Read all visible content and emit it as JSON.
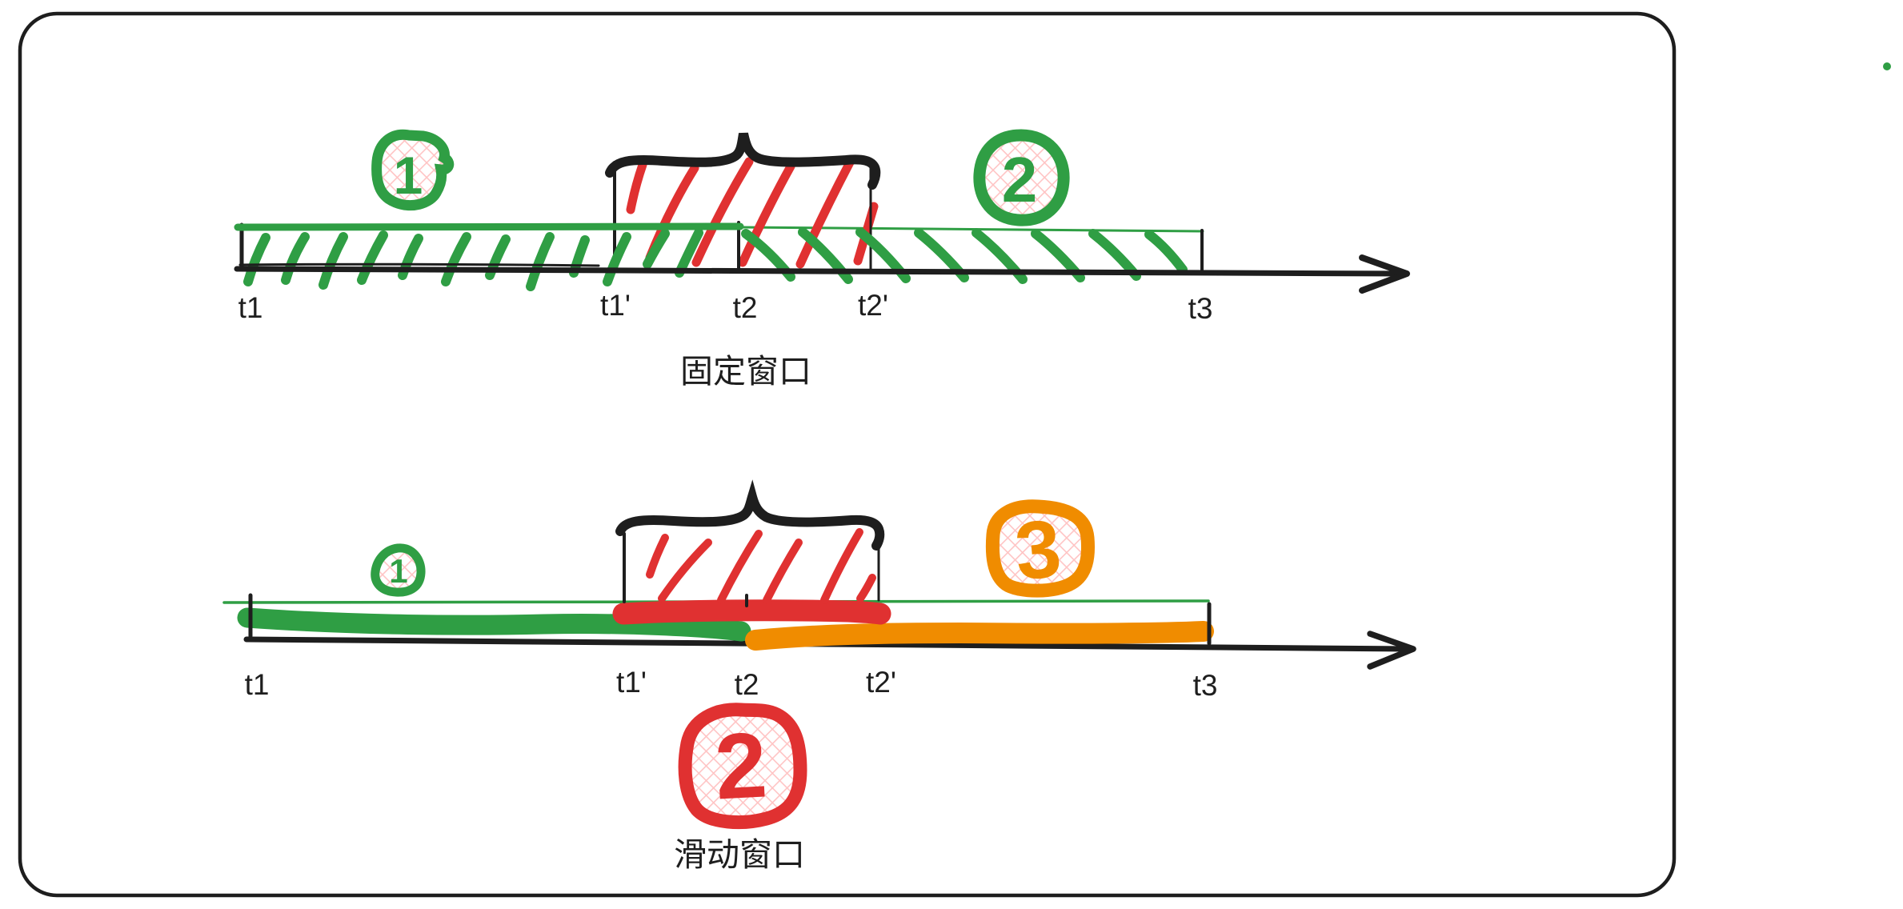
{
  "page": {
    "background": "#ffffff"
  },
  "palette": {
    "green": "#2f9e44",
    "red": "#e03131",
    "orange": "#f08c00",
    "ink": "#1e1e1e",
    "hatch_pink": "#ffc4c4"
  },
  "fixed_window": {
    "caption": "固定窗口",
    "badge_region_1": "1",
    "badge_region_2": "2",
    "ticks": {
      "t1": "t1",
      "t1p": "t1'",
      "t2": "t2",
      "t2p": "t2'",
      "t3": "t3"
    }
  },
  "sliding_window": {
    "caption": "滑动窗口",
    "badge_region_1": "1",
    "badge_region_2": "2",
    "badge_region_3": "3",
    "ticks": {
      "t1": "t1",
      "t1p": "t1'",
      "t2": "t2",
      "t2p": "t2'",
      "t3": "t3"
    }
  }
}
